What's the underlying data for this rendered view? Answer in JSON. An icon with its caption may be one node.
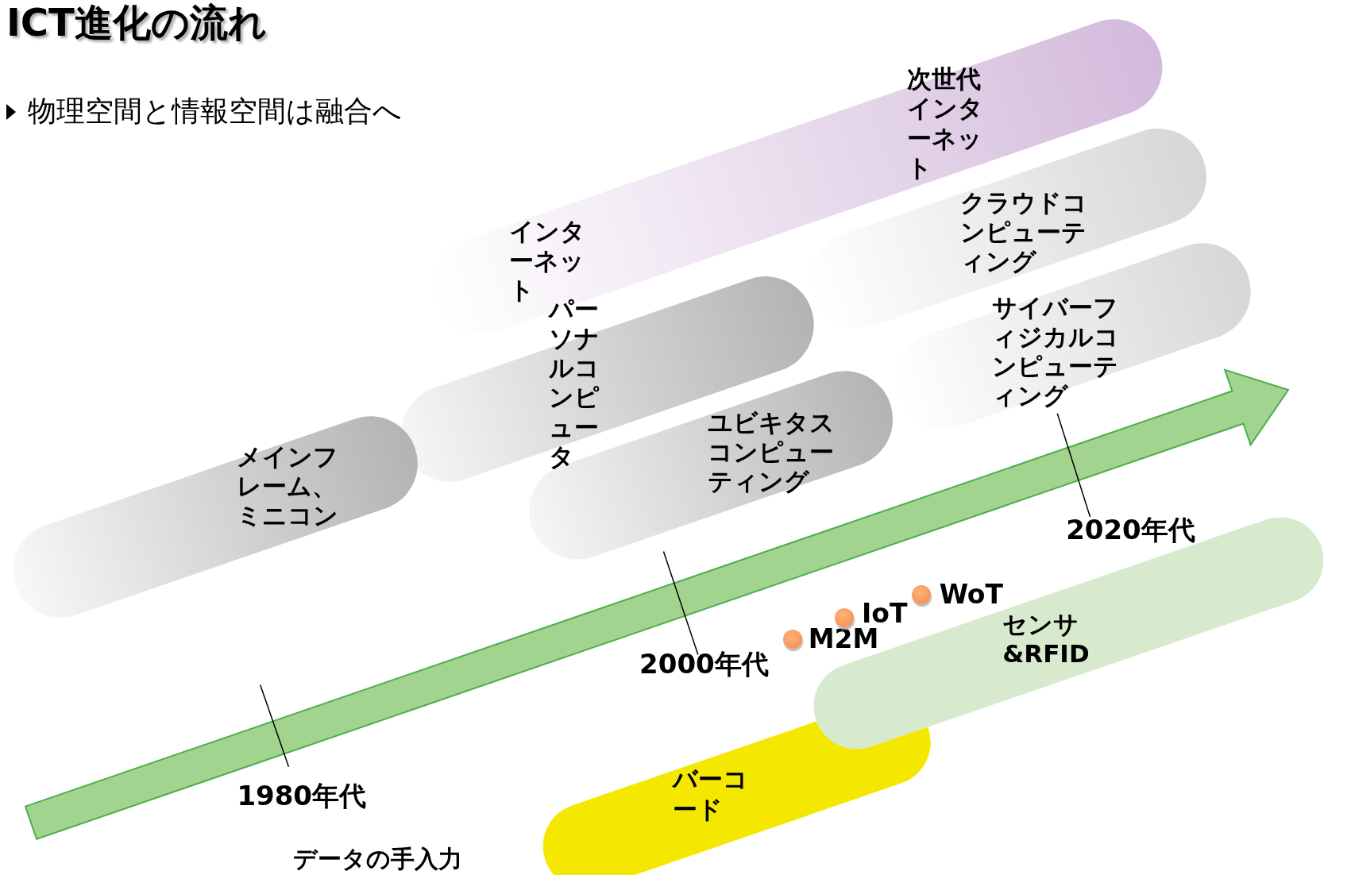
{
  "diagram": {
    "title": "ICT進化の流れ",
    "nodes": [
      {
        "text": [
          "次世代インターネット"
        ]
      },
      {
        "text": [
          "クラウドコンピューティング"
        ]
      },
      {
        "text": [
          "インターネット"
        ]
      },
      {
        "text": [
          "サイバーフィジカルコンピューティング"
        ]
      },
      {
        "text": [
          "パーソナルコンピュータ"
        ]
      },
      {
        "text": [
          "ユビキタスコンピューティング"
        ]
      },
      {
        "text": [
          "メインフレーム、ミニコン"
        ]
      },
      {
        "text": [
          "センサ&RFID"
        ]
      },
      {
        "text": [],
        "shape": "circle",
        "beside": [
          "M2M"
        ]
      },
      {
        "text": [],
        "shape": "circle",
        "beside": [
          "IoT"
        ]
      },
      {
        "text": [],
        "shape": "circle",
        "beside": [
          "WoT"
        ]
      },
      {
        "text": [
          "バーコード"
        ]
      }
    ],
    "labels": [
      "物理空間と情報空間は融合へ",
      "2020年代",
      "2000年代",
      "1980年代",
      "データの手入力"
    ]
  }
}
